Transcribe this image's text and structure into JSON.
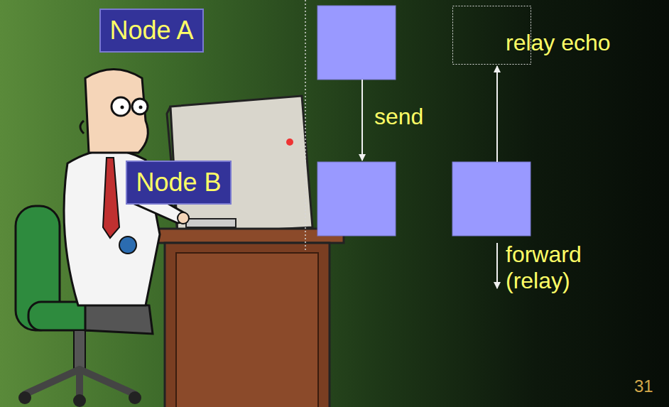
{
  "diagram": {
    "nodes": [
      {
        "text": [
          "Node A"
        ]
      },
      {
        "text": [
          "Node B"
        ]
      }
    ],
    "labels": [
      "send",
      "relay echo",
      "forward (relay)",
      "31"
    ]
  }
}
